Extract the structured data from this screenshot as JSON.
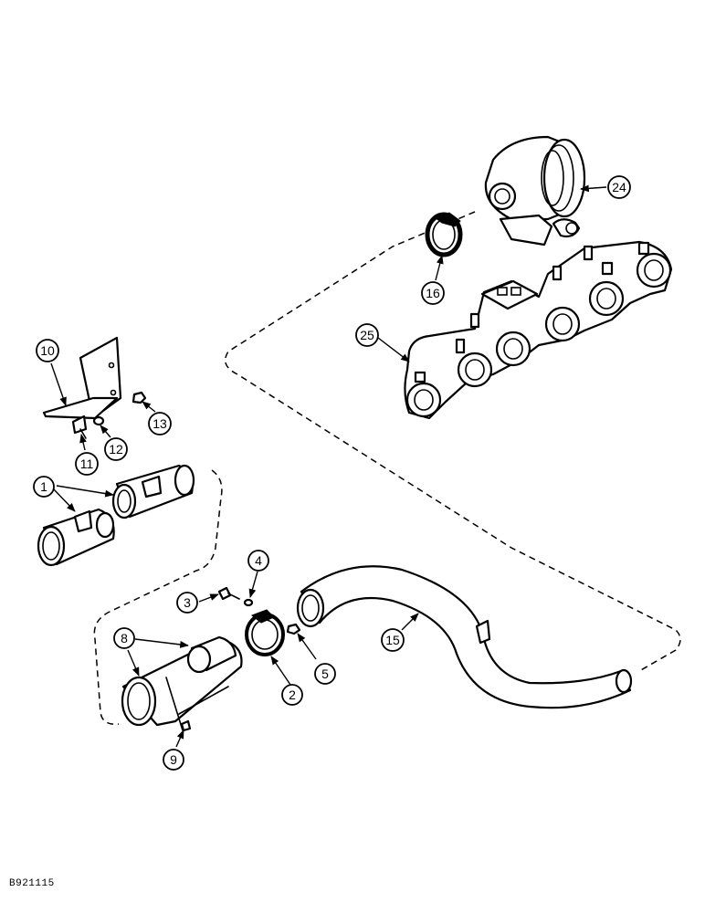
{
  "figure": {
    "drawing_id": "B921115",
    "callouts": [
      {
        "id": "c1",
        "label": "1"
      },
      {
        "id": "c2",
        "label": "2"
      },
      {
        "id": "c3",
        "label": "3"
      },
      {
        "id": "c4",
        "label": "4"
      },
      {
        "id": "c5",
        "label": "5"
      },
      {
        "id": "c8",
        "label": "8"
      },
      {
        "id": "c9",
        "label": "9"
      },
      {
        "id": "c10",
        "label": "10"
      },
      {
        "id": "c11",
        "label": "11"
      },
      {
        "id": "c12",
        "label": "12"
      },
      {
        "id": "c13",
        "label": "13"
      },
      {
        "id": "c15",
        "label": "15"
      },
      {
        "id": "c16",
        "label": "16"
      },
      {
        "id": "c24",
        "label": "24"
      },
      {
        "id": "c25",
        "label": "25"
      }
    ]
  }
}
